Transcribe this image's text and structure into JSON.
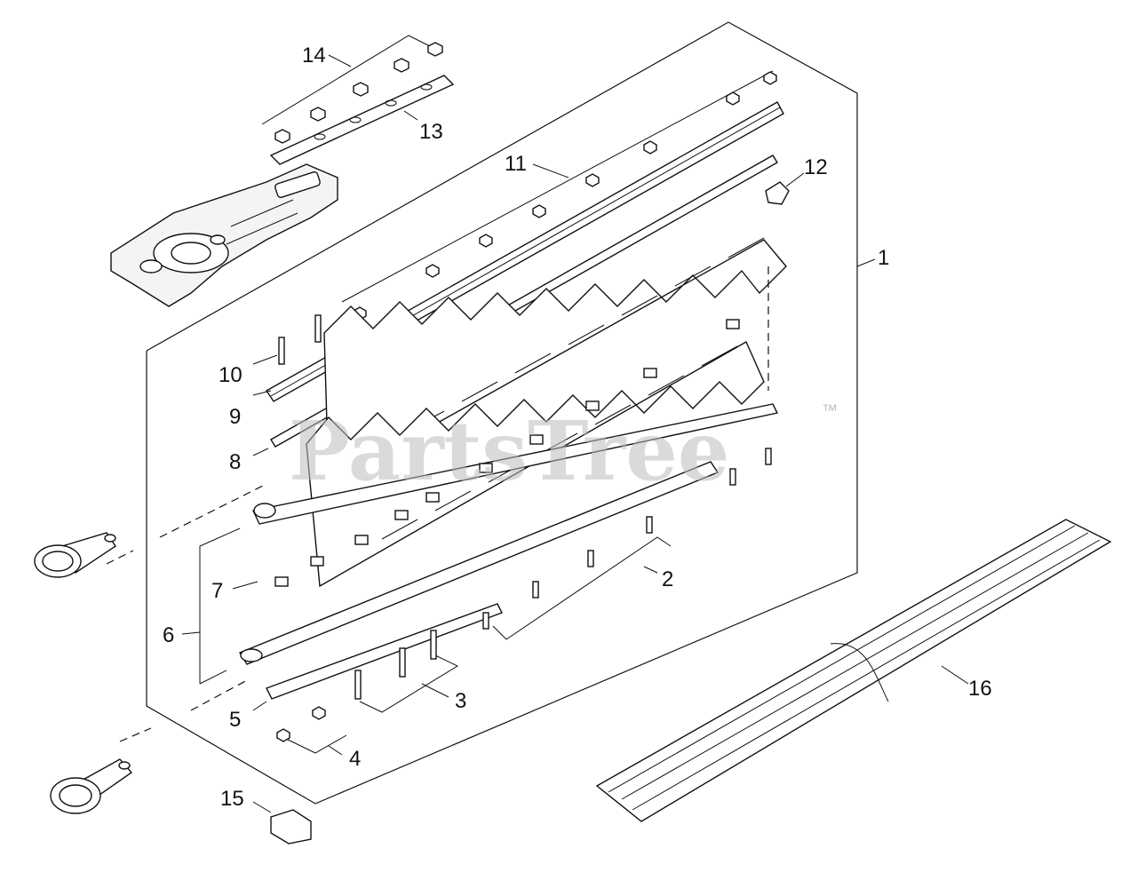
{
  "watermark": {
    "text": "PartsTree",
    "trademark": "™"
  },
  "callouts": {
    "c1": "1",
    "c2": "2",
    "c3": "3",
    "c4": "4",
    "c5": "5",
    "c6": "6",
    "c7": "7",
    "c8": "8",
    "c9": "9",
    "c10": "10",
    "c11": "11",
    "c12": "12",
    "c13": "13",
    "c14": "14",
    "c15": "15",
    "c16": "16"
  }
}
